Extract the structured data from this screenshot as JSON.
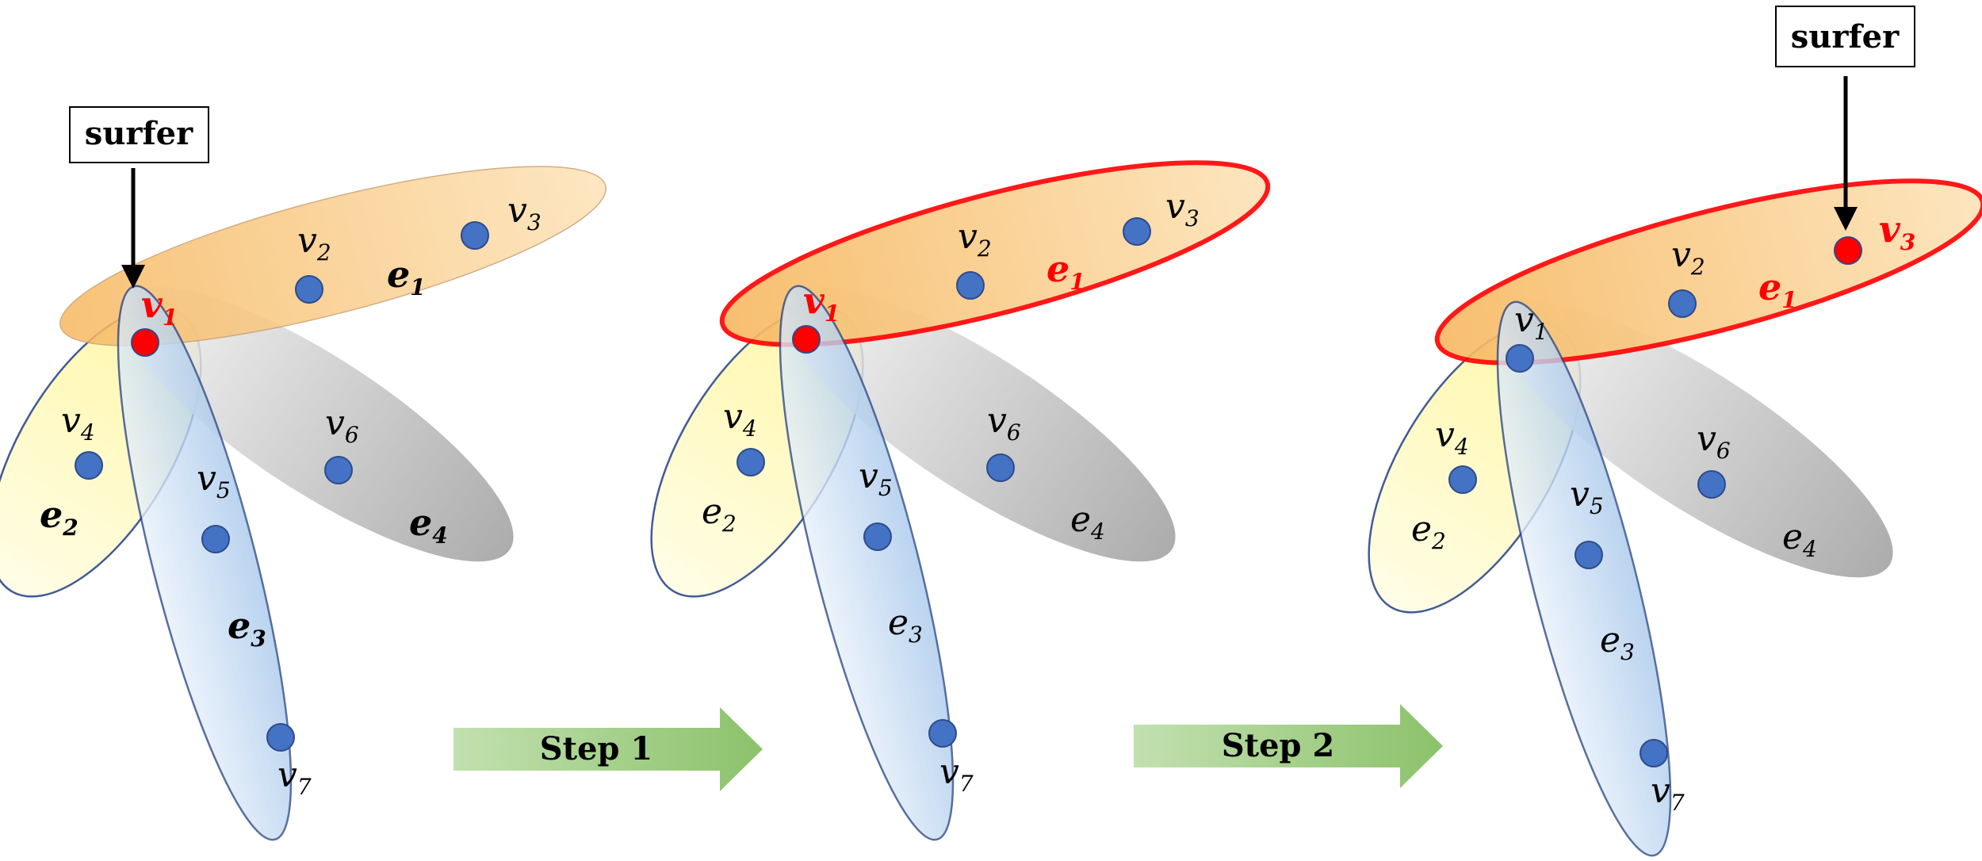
{
  "surfer_label": "surfer",
  "steps": [
    "Step 1",
    "Step 2"
  ],
  "vertex_symbol": "v",
  "vertex_indices": [
    "1",
    "2",
    "3",
    "4",
    "5",
    "6",
    "7"
  ],
  "edge_symbol": "e",
  "edge_indices": [
    "1",
    "2",
    "3",
    "4"
  ],
  "colors": {
    "e1_fill": "#f9c97a",
    "e2_fill": "#fbf5a6",
    "e3_fill": "#b5d2ee",
    "e4_fill": "#a8a8a8",
    "node": "#4472c4",
    "surfer_node": "#ff0000",
    "highlight": "#ff0000",
    "step_arrow": "#9cc97e"
  }
}
